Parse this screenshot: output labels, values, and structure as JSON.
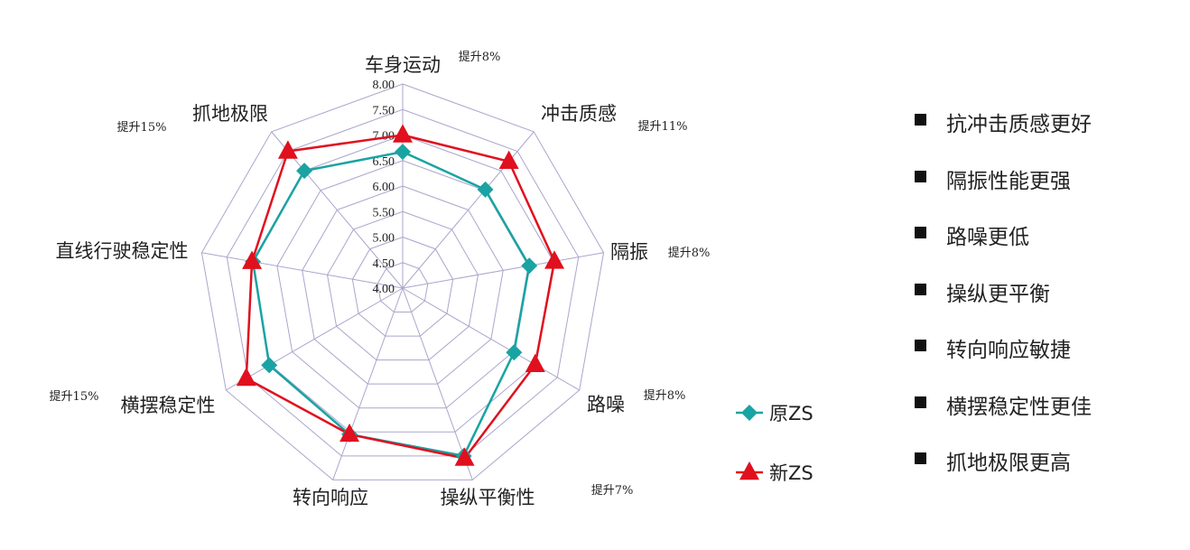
{
  "chart_data": {
    "type": "radar",
    "axes": [
      "车身运动",
      "冲击质感",
      "隔振",
      "路噪",
      "操纵平衡性",
      "转向响应",
      "横摆稳定性",
      "直线行驶稳定性",
      "抓地极限"
    ],
    "rlim": [
      4.0,
      8.0
    ],
    "ticks": [
      "4.00",
      "4.50",
      "5.00",
      "5.50",
      "6.00",
      "6.50",
      "7.00",
      "7.50",
      "8.00"
    ],
    "grid": true,
    "series": [
      {
        "name": "原ZS",
        "color": "#1aa3a3",
        "marker": "diamond",
        "values": [
          6.67,
          6.52,
          6.52,
          6.52,
          7.5,
          7.05,
          7.02,
          6.98,
          7.0
        ]
      },
      {
        "name": "新ZS",
        "color": "#e0101e",
        "marker": "triangle",
        "values": [
          7.0,
          7.24,
          7.02,
          7.0,
          7.55,
          7.05,
          7.54,
          7.0,
          7.5
        ]
      }
    ],
    "annotations": [
      "提升8%",
      "提升11%",
      "提升8%",
      "提升8%",
      "提升7%",
      "",
      "提升15%",
      "",
      "提升15%"
    ],
    "legend_placement": "bottom-right",
    "grid_color": "#a9a6cc"
  },
  "highlights": [
    "抗冲击质感更好",
    "隔振性能更强",
    "路噪更低",
    "操纵更平衡",
    "转向响应敏捷",
    "横摆稳定性更佳",
    "抓地极限更高"
  ]
}
